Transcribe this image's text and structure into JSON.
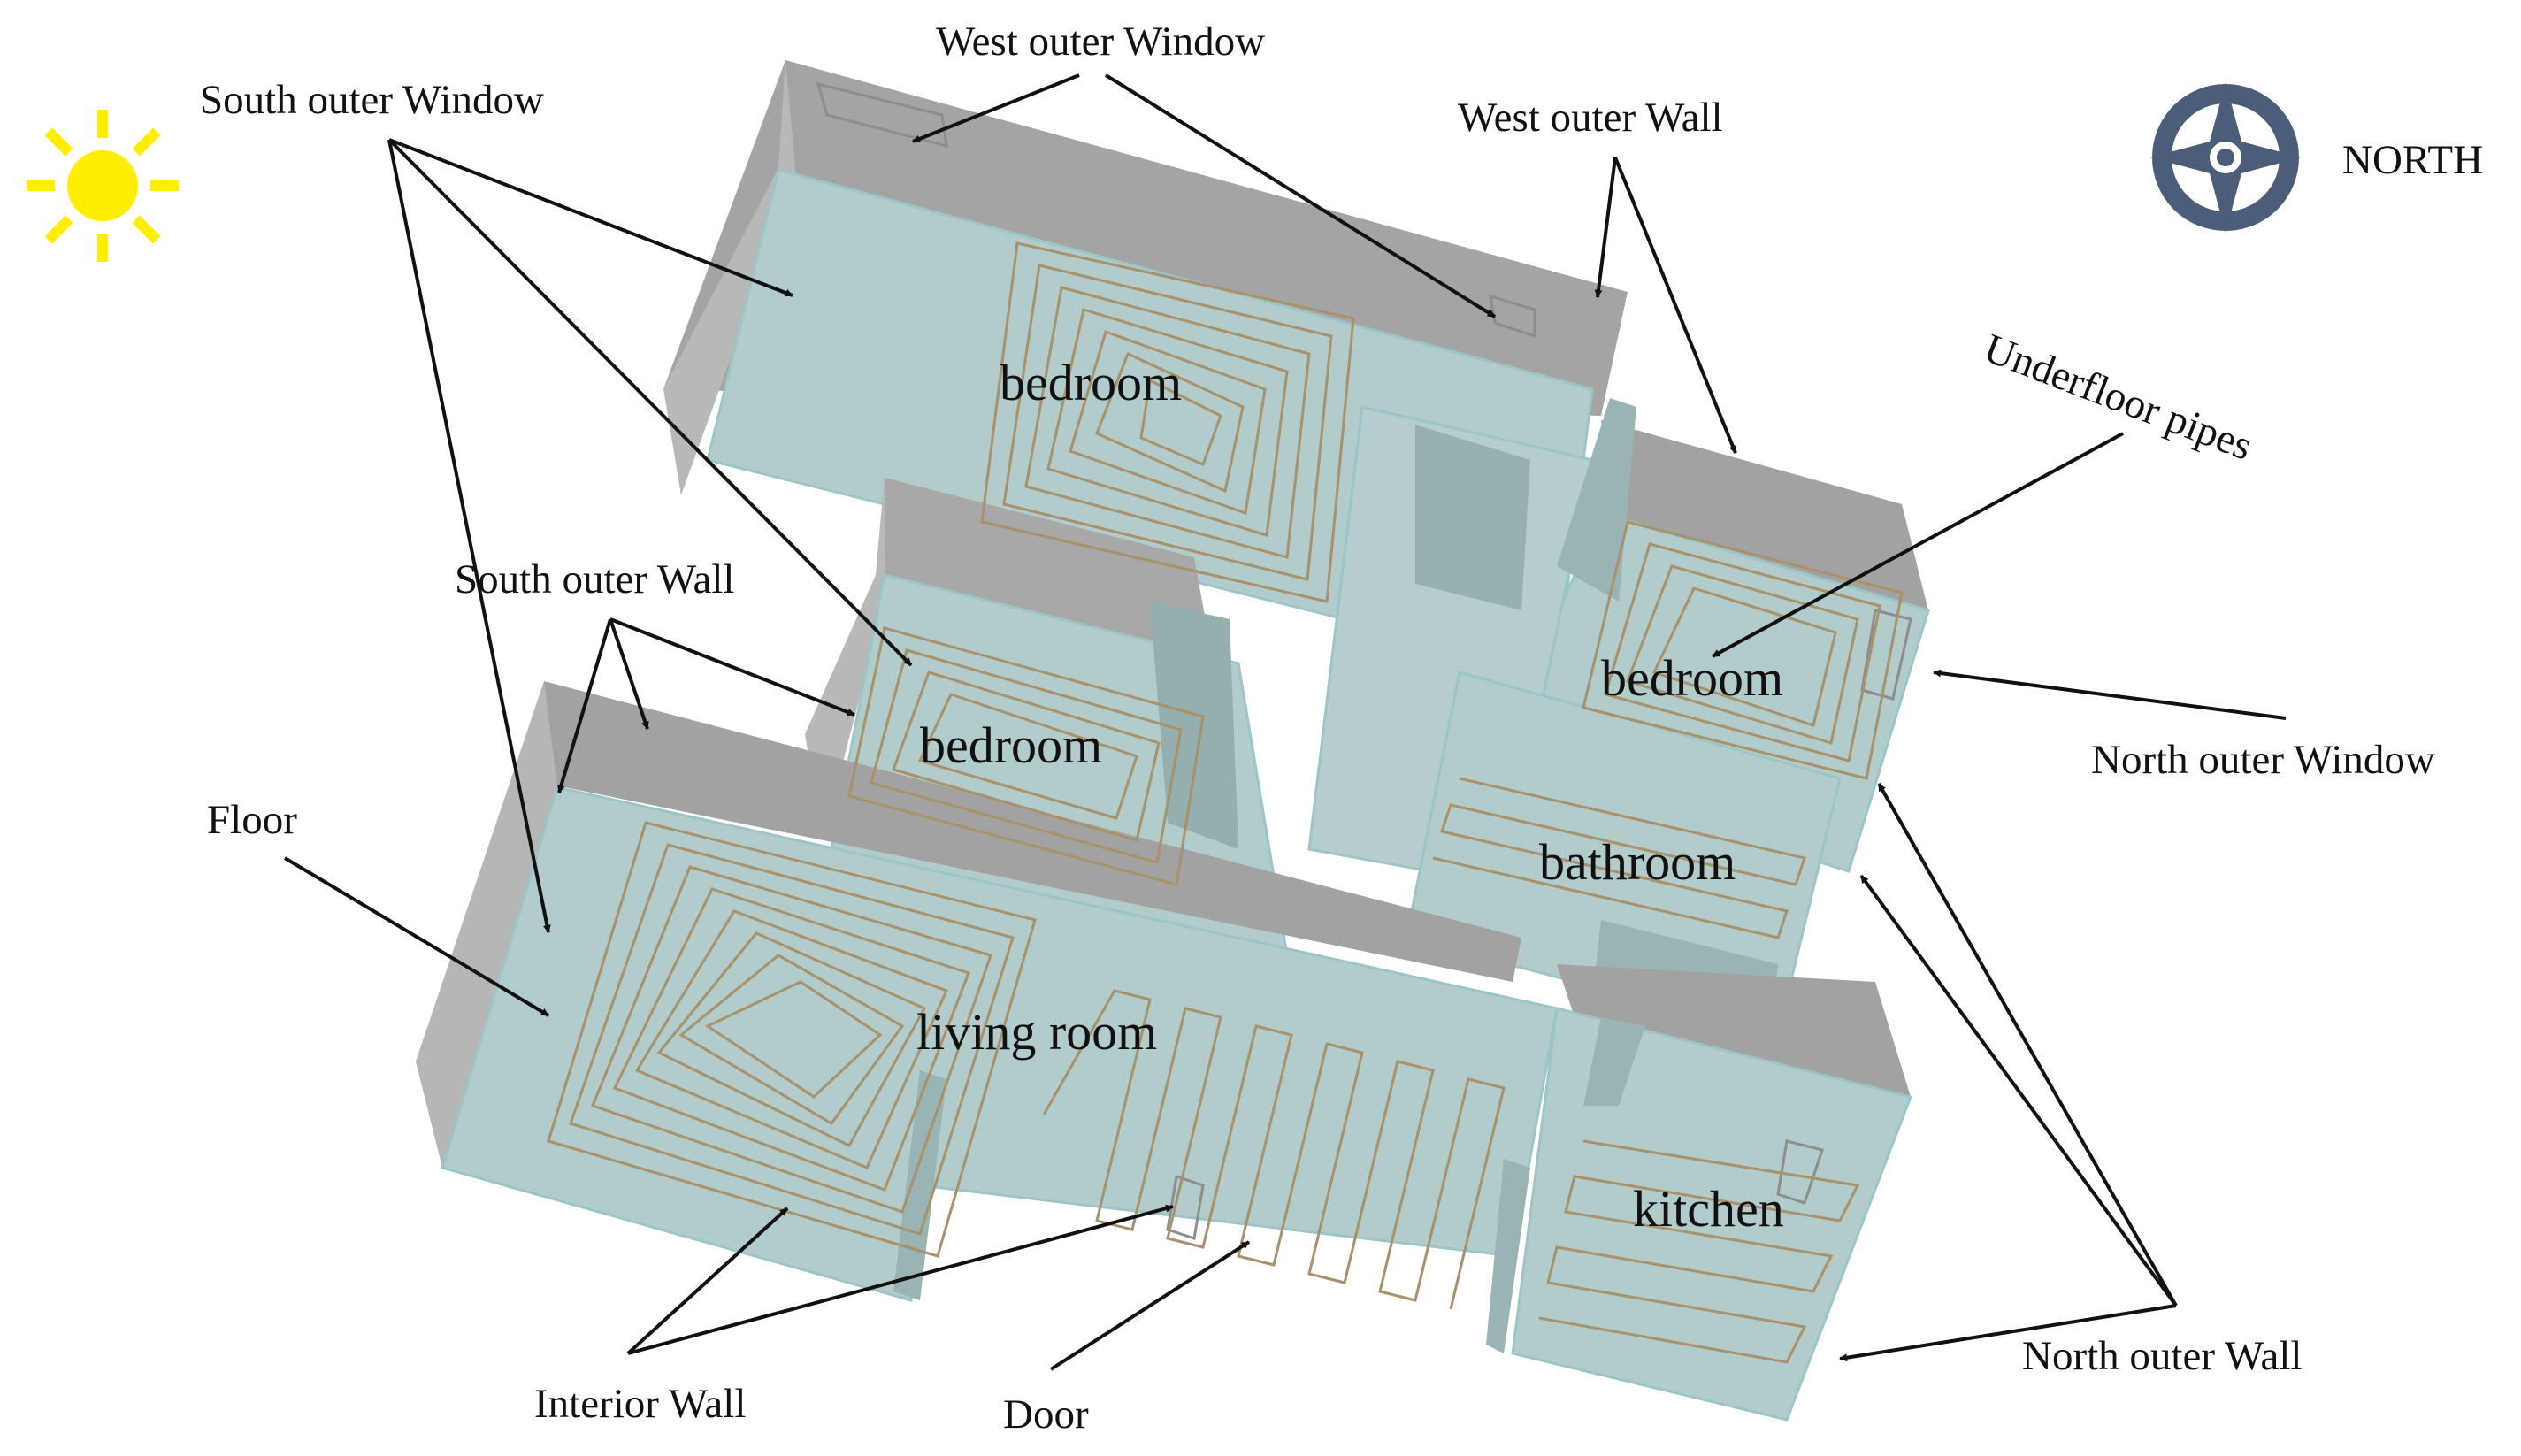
{
  "compass": {
    "label": "NORTH",
    "icon": "compass-rose-icon"
  },
  "sun": {
    "icon": "sun-icon",
    "color": "#ffee00"
  },
  "colors": {
    "wall_top": "#a2a2a2",
    "wall_side": "#c4c4c4",
    "floor": "#b2cbcb",
    "floor_edge": "#9cc6c6",
    "pipe": "#a8926c",
    "compass": "#4b5d78"
  },
  "rooms": [
    {
      "key": "bedroom_west",
      "label": "bedroom"
    },
    {
      "key": "bedroom_middle",
      "label": "bedroom"
    },
    {
      "key": "bedroom_north",
      "label": "bedroom"
    },
    {
      "key": "bathroom",
      "label": "bathroom"
    },
    {
      "key": "living_room",
      "label": "living room"
    },
    {
      "key": "kitchen",
      "label": "kitchen"
    }
  ],
  "callouts": {
    "west_outer_window": "West outer Window",
    "south_outer_window": "South outer Window",
    "west_outer_wall": "West outer Wall",
    "underfloor_pipes": "Underfloor pipes",
    "south_outer_wall": "South outer Wall",
    "north_outer_window": "North outer Window",
    "floor": "Floor",
    "interior_wall": "Interior Wall",
    "door": "Door",
    "north_outer_wall": "North outer Wall"
  }
}
